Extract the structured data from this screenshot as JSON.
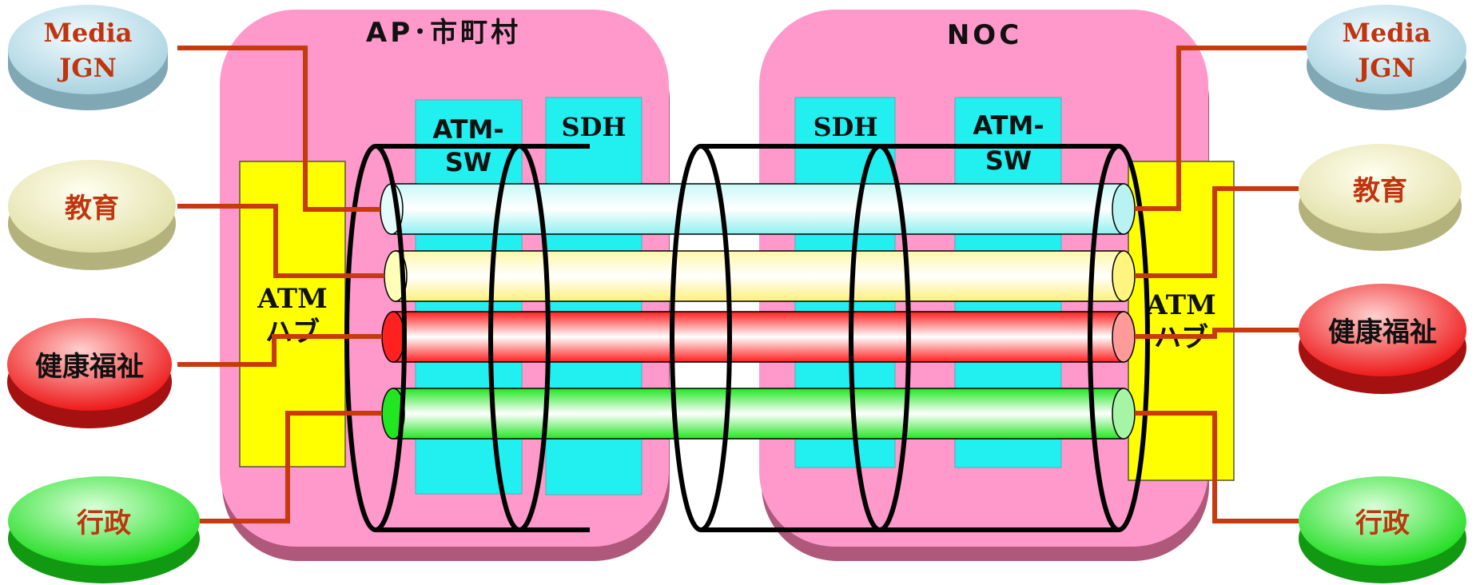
{
  "regions": {
    "left_title": "AP･市町村",
    "right_title": "NOC"
  },
  "equipment": {
    "left_atm_sw_line1": "ATM-",
    "left_atm_sw_line2": "SW",
    "left_sdh": "SDH",
    "right_sdh": "SDH",
    "right_atm_sw_line1": "ATM-",
    "right_atm_sw_line2": "SW",
    "left_hub_line1": "ATM",
    "left_hub_line2": "ハブ",
    "right_hub_line1": "ATM",
    "right_hub_line2": "ハブ"
  },
  "networks": {
    "media_line1": "Media",
    "media_line2": "JGN",
    "education": "教育",
    "health": "健康福祉",
    "admin": "行政"
  },
  "colors": {
    "region_fill": "#ff99cc",
    "equipment_fill": "#22f0f0",
    "hub_fill": "#ffff00",
    "link_line": "#c63a0e",
    "media_pipe": "#dcfcfc",
    "education_pipe": "#ffffc8",
    "health_pipe": "#ff2020",
    "admin_pipe": "#20e020"
  }
}
